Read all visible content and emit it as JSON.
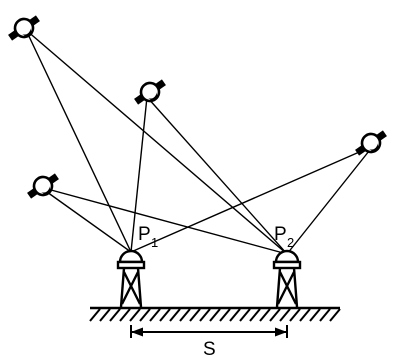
{
  "labels": {
    "p1_main": "P",
    "p1_sub": "1",
    "p2_main": "P",
    "p2_sub": "2",
    "baseline": "S"
  }
}
